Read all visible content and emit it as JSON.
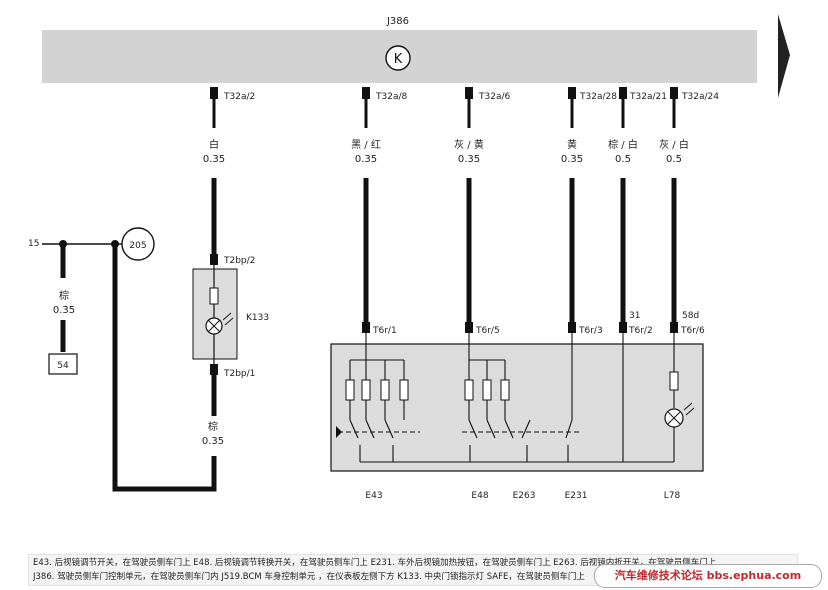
{
  "module": {
    "name": "J386",
    "symbol": "K"
  },
  "pins": {
    "a2": "T32a/2",
    "a8": "T32a/8",
    "a6": "T32a/6",
    "a28": "T32a/28",
    "a21": "T32a/21",
    "a24": "T32a/24"
  },
  "wires": {
    "w1": {
      "color": "白",
      "size": "0.35"
    },
    "w2": {
      "color": "黑 / 红",
      "size": "0.35"
    },
    "w3": {
      "color": "灰 / 黄",
      "size": "0.35"
    },
    "w4": {
      "color": "黄",
      "size": "0.35"
    },
    "w5": {
      "color": "棕 / 白",
      "size": "0.5"
    },
    "w6": {
      "color": "灰 / 白",
      "size": "0.5"
    },
    "w7": {
      "color": "棕",
      "size": "0.35"
    },
    "w8": {
      "color": "棕",
      "size": "0.35"
    }
  },
  "left": {
    "terminal": "15",
    "ground_node": "205",
    "fuse_box": "54"
  },
  "k133": {
    "name": "K133",
    "pin_top": "T2bp/2",
    "pin_bottom": "T2bp/1"
  },
  "switch_box": {
    "pin1": "T6r/1",
    "pin5": "T6r/5",
    "pin3": "T6r/3",
    "pin2": "T6r/2",
    "pin6": "T6r/6",
    "term31": "31",
    "term58d": "58d"
  },
  "components": {
    "e43": "E43",
    "e48": "E48",
    "e263": "E263",
    "e231": "E231",
    "l78": "L78"
  },
  "caption": {
    "line1": "E43. 后视镜调节开关，在驾驶员侧车门上  E48. 后视镜调节转换开关，在驾驶员侧车门上  E231. 车外后视镜加热按钮，在驾驶员侧车门上  E263. 后视镜内折开关，在驾驶员侧车门上",
    "line2": "J386. 驾驶员侧车门控制单元，在驾驶员侧车门内  J519.BCM 车身控制单元  ，在仪表板左侧下方  K133. 中央门锁指示灯 SAFE，在驾驶员侧车门上"
  },
  "watermark": "汽车维修技术论坛 bbs.ephua.com",
  "colors": {
    "module_fill": "#d3d3d3",
    "box_fill": "#dcdcdc",
    "wire": "#111111",
    "watermark": "#c0282d"
  }
}
